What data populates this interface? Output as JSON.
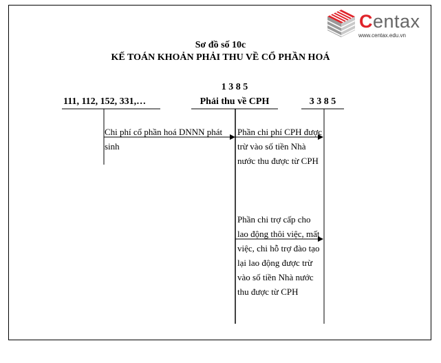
{
  "brand": {
    "logo_initial": "C",
    "logo_rest": "entax",
    "url": "www.centax.edu.vn"
  },
  "diagram": {
    "subtitle": "Sơ đồ số 10c",
    "title": "KẾ TOÁN KHOẢN PHẢI THU VỀ CỔ PHẦN HOÁ",
    "accounts": {
      "left": "111, 112, 152, 331,…",
      "center_number": "1 3 8 5",
      "center_name": "Phải thu về CPH",
      "right": "3 3 8 5"
    },
    "entries": {
      "cost_incurred": "Chi phí cổ phần hoá DNNN phát sinh",
      "cost_deducted": "Phần chi phí CPH được trừ vào số tiền Nhà nước thu được từ CPH",
      "support_deducted": "Phần chi trợ cấp cho lao động thôi việc, mất việc, chi hỗ trợ đào tạo lại lao động được trừ vào số tiền Nhà nước thu được từ CPH"
    }
  },
  "colors": {
    "brand_red": "#e0232a",
    "brand_gray": "#666666"
  }
}
